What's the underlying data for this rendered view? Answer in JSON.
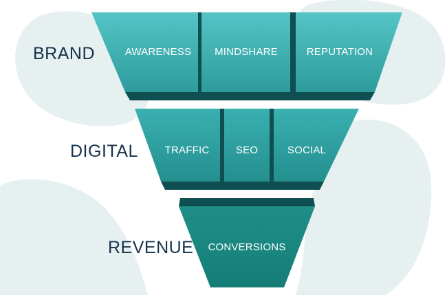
{
  "colors": {
    "background_blob": "#e6f0f0",
    "label_text": "#16324a",
    "block_text": "#ffffff",
    "brand_top": "#54c4c6",
    "brand_bottom": "#2e9c9c",
    "digital_top": "#3ab0b0",
    "digital_bottom": "#248f8f",
    "revenue_top": "#1f8f88",
    "revenue_bottom": "#167d78",
    "shadow": "#0f4f52"
  },
  "rows": [
    {
      "key": "brand",
      "label": "BRAND",
      "blocks": [
        "AWARENESS",
        "MINDSHARE",
        "REPUTATION"
      ]
    },
    {
      "key": "digital",
      "label": "DIGITAL",
      "blocks": [
        "TRAFFIC",
        "SEO",
        "SOCIAL"
      ]
    },
    {
      "key": "revenue",
      "label": "REVENUE",
      "blocks": [
        "CONVERSIONS"
      ]
    }
  ]
}
